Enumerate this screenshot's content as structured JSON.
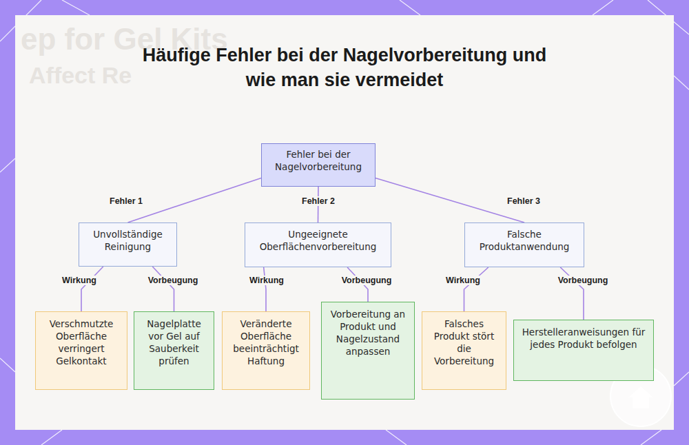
{
  "diagram": {
    "title": "Häufige Fehler bei der Nagelvorbereitung und wie man sie vermeidet",
    "nodes": [
      {
        "text": [
          "Fehler bei der Nagelvorbereitung"
        ]
      },
      {
        "text": [
          "Unvollständige Reinigung"
        ]
      },
      {
        "text": [
          "Ungeeignete Oberflächenvorbereitung"
        ]
      },
      {
        "text": [
          "Falsche Produktanwendung"
        ]
      },
      {
        "text": [
          "Verschmutzte Oberfläche verringert Gelkontakt"
        ]
      },
      {
        "text": [
          "Nagelplatte vor Gel auf Sauberkeit prüfen"
        ]
      },
      {
        "text": [
          "Veränderte Oberfläche beeinträchtigt Haftung"
        ]
      },
      {
        "text": [
          "Vorbereitung an Produkt und Nagelzustand anpassen"
        ]
      },
      {
        "text": [
          "Falsches Produkt stört die Vorbereitung"
        ]
      },
      {
        "text": [
          "Herstelleranweisungen für jedes Produkt befolgen"
        ]
      }
    ],
    "edges": [
      {
        "from": 0,
        "to": 1,
        "arrow": "none",
        "label": "Fehler 1"
      },
      {
        "from": 0,
        "to": 2,
        "arrow": "none",
        "label": "Fehler 2"
      },
      {
        "from": 0,
        "to": 3,
        "arrow": "none",
        "label": "Fehler 3"
      },
      {
        "from": 1,
        "to": 4,
        "arrow": "none",
        "label": "Wirkung"
      },
      {
        "from": 1,
        "to": 5,
        "arrow": "none",
        "label": "Vorbeugung"
      },
      {
        "from": 2,
        "to": 6,
        "arrow": "none",
        "label": "Wirkung"
      },
      {
        "from": 2,
        "to": 7,
        "arrow": "none",
        "label": "Vorbeugung"
      },
      {
        "from": 3,
        "to": 8,
        "arrow": "none",
        "label": "Wirkung"
      },
      {
        "from": 3,
        "to": 9,
        "arrow": "none",
        "label": "Vorbeugung"
      }
    ],
    "labels": [
      "ep for Gel Kits",
      "Affect Re"
    ]
  }
}
